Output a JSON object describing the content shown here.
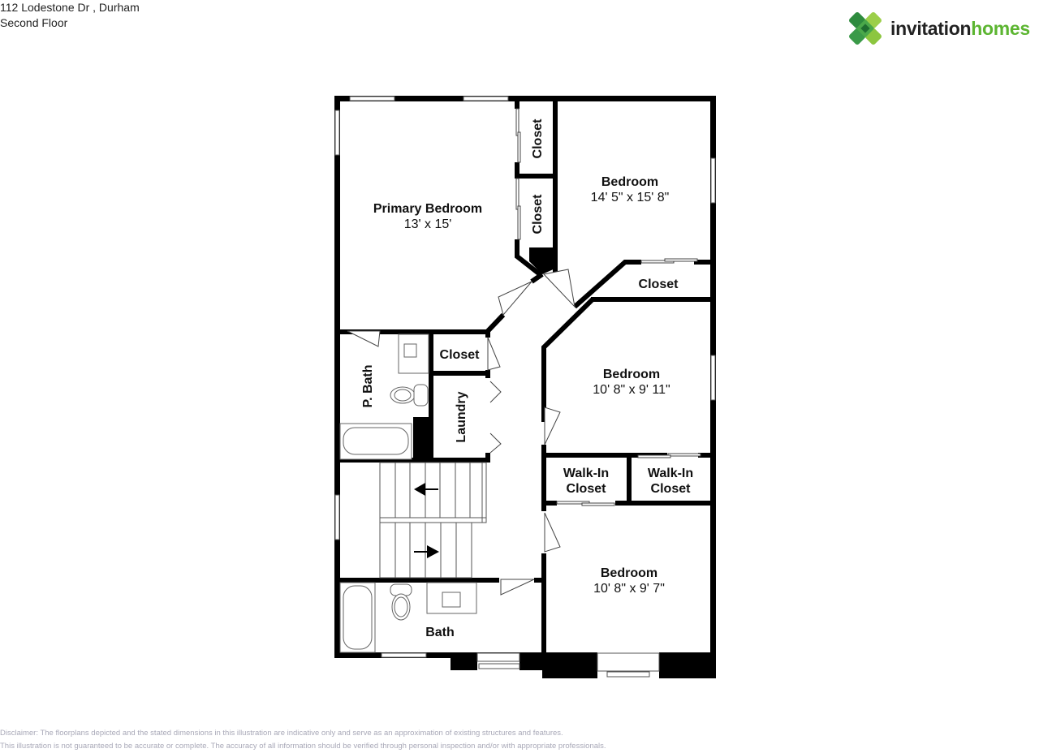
{
  "header": {
    "address": "112 Lodestone Dr , Durham",
    "floor": "Second Floor"
  },
  "logo": {
    "word1": "invitation",
    "word2": "homes",
    "colors": {
      "dark_green": "#2e8b3e",
      "mid_green": "#5cb531",
      "light_green": "#9ccf4a",
      "text": "#222222"
    }
  },
  "rooms": {
    "primary_bedroom": {
      "name": "Primary Bedroom",
      "dims": "13' x 15'"
    },
    "closet_top": {
      "name": "Closet"
    },
    "closet_mid": {
      "name": "Closet"
    },
    "bedroom_1": {
      "name": "Bedroom",
      "dims": "14' 5\" x 15' 8\""
    },
    "closet_bedroom_1": {
      "name": "Closet"
    },
    "p_bath": {
      "name": "P. Bath"
    },
    "closet_hall": {
      "name": "Closet"
    },
    "laundry": {
      "name": "Laundry"
    },
    "bedroom_2": {
      "name": "Bedroom",
      "dims": "10' 8\" x 9' 11\""
    },
    "walkin_1": {
      "name_1": "Walk-In",
      "name_2": "Closet"
    },
    "walkin_2": {
      "name_1": "Walk-In",
      "name_2": "Closet"
    },
    "bedroom_3": {
      "name": "Bedroom",
      "dims": "10' 8\" x 9' 7\""
    },
    "bath": {
      "name": "Bath"
    }
  },
  "disclaimer": {
    "line1": "Disclaimer: The floorplans depicted and the stated dimensions in this illustration are indicative only and serve as an approximation of existing structures and features.",
    "line2": "This illustration is not guaranteed to be accurate or complete. The accuracy of all information should be verified through personal inspection and/or with appropriate professionals."
  }
}
